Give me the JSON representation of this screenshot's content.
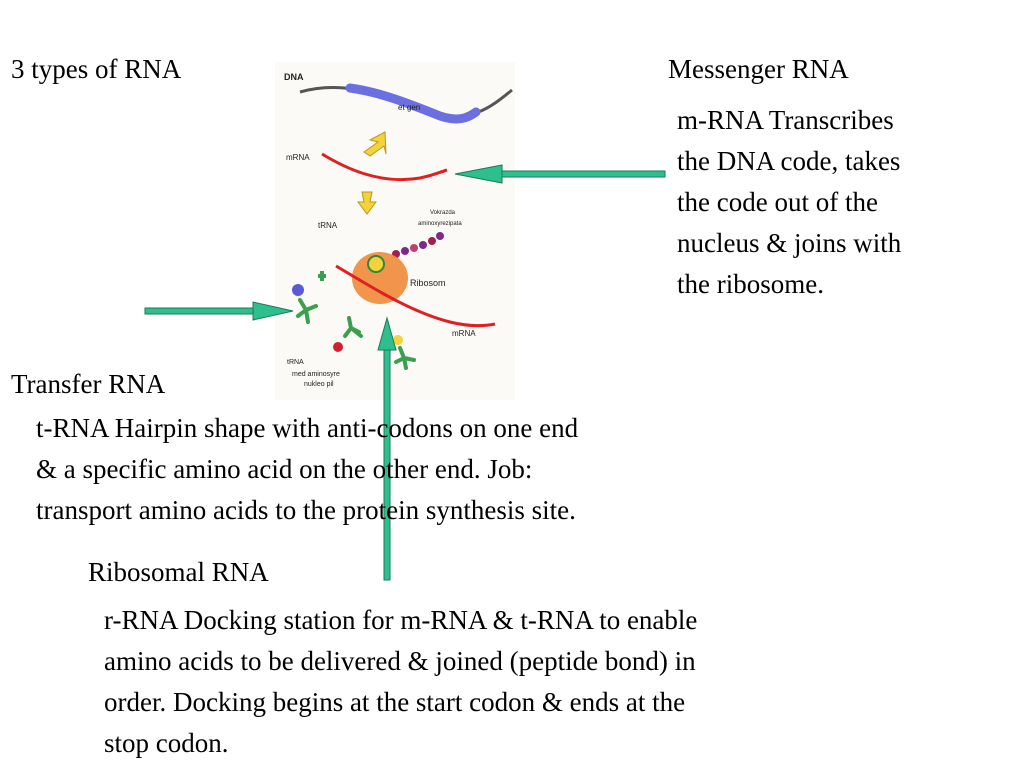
{
  "titles": {
    "types": "3 types of RNA",
    "messenger": "Messenger RNA",
    "transfer": "Transfer RNA",
    "ribosomal": "Ribosomal RNA"
  },
  "descriptions": {
    "mrna": [
      "m-RNA Transcribes",
      "the DNA code, takes",
      "the code out of the",
      "nucleus & joins with",
      "the ribosome."
    ],
    "trna": [
      "t-RNA Hairpin shape with anti-codons on one end",
      "& a specific amino acid on the other end. Job:",
      "transport amino acids to the protein synthesis site."
    ],
    "rrna": [
      "r-RNA Docking station for m-RNA & t-RNA to enable",
      "amino acids to be delivered & joined (peptide bond) in",
      "order.  Docking begins at the start codon & ends at the",
      "stop codon."
    ]
  },
  "figure_labels": {
    "dna": "DNA",
    "gen": "et gen",
    "mrna_top": "mRNA",
    "trna_top": "tRNA",
    "amino_chain_1": "Vokrazda",
    "amino_chain_2": "aminoxyrezipata",
    "ribosome": "Ribosom",
    "mrna_bottom": "mRNA",
    "trna_bottom": "tRNA",
    "bottom_caption_1": "med aminosyre",
    "bottom_caption_2": "nukleo pil"
  },
  "colors": {
    "dna_strand": "#6b6fe0",
    "rna_strand": "#e02020",
    "arrow": "#2fbf8f",
    "arrow_outline": "#1a7a5a",
    "ribosome": "#f08a3a",
    "yellow_arrow": "#f5d23a"
  }
}
